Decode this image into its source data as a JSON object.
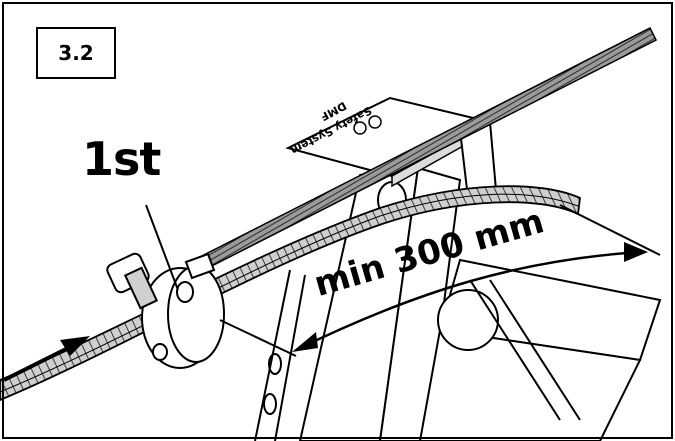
{
  "step_number": "3.2",
  "first_label": "1st",
  "dimension_label": "min 300 mm",
  "bracket_plate_text": [
    "Safety System",
    "DMF"
  ],
  "colors": {
    "line": "#000000",
    "background": "#ffffff",
    "rod": "#7a7a7a",
    "cable": "#555555"
  },
  "icons": [
    "bracket-plate",
    "threaded-rod",
    "wire-rope",
    "rope-grip-clamp",
    "direction-arrow",
    "dimension-arrow"
  ]
}
